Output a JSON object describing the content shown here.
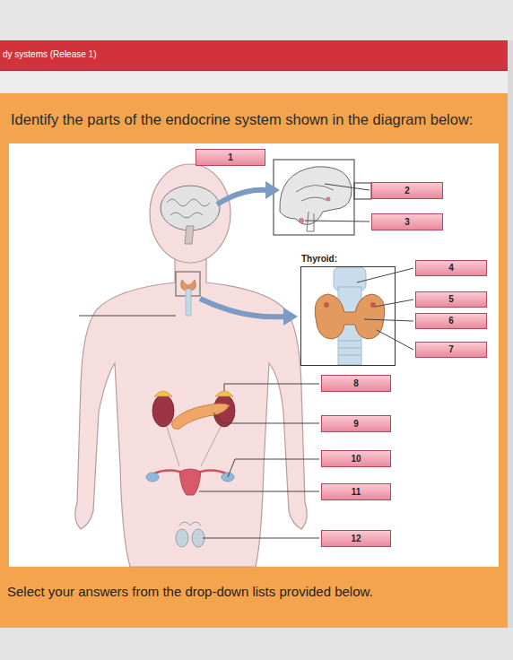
{
  "diagram": {
    "title": "Identify the parts of the endocrine system shown in the diagram below:",
    "caption": "Select your answers from the drop-down lists provided below.",
    "nodes": [
      {
        "text": [
          "1"
        ]
      },
      {
        "text": [
          "2"
        ]
      },
      {
        "text": [
          "3"
        ]
      },
      {
        "text": [
          "Thyroid:"
        ]
      },
      {
        "text": [
          "4"
        ]
      },
      {
        "text": [
          "5"
        ]
      },
      {
        "text": [
          "6"
        ]
      },
      {
        "text": [
          "7"
        ]
      },
      {
        "text": [
          "8"
        ]
      },
      {
        "text": [
          "9"
        ]
      },
      {
        "text": [
          "10"
        ]
      },
      {
        "text": [
          "11"
        ]
      },
      {
        "text": [
          "12"
        ]
      }
    ],
    "labels": [
      "dy systems (Release 1)"
    ]
  }
}
